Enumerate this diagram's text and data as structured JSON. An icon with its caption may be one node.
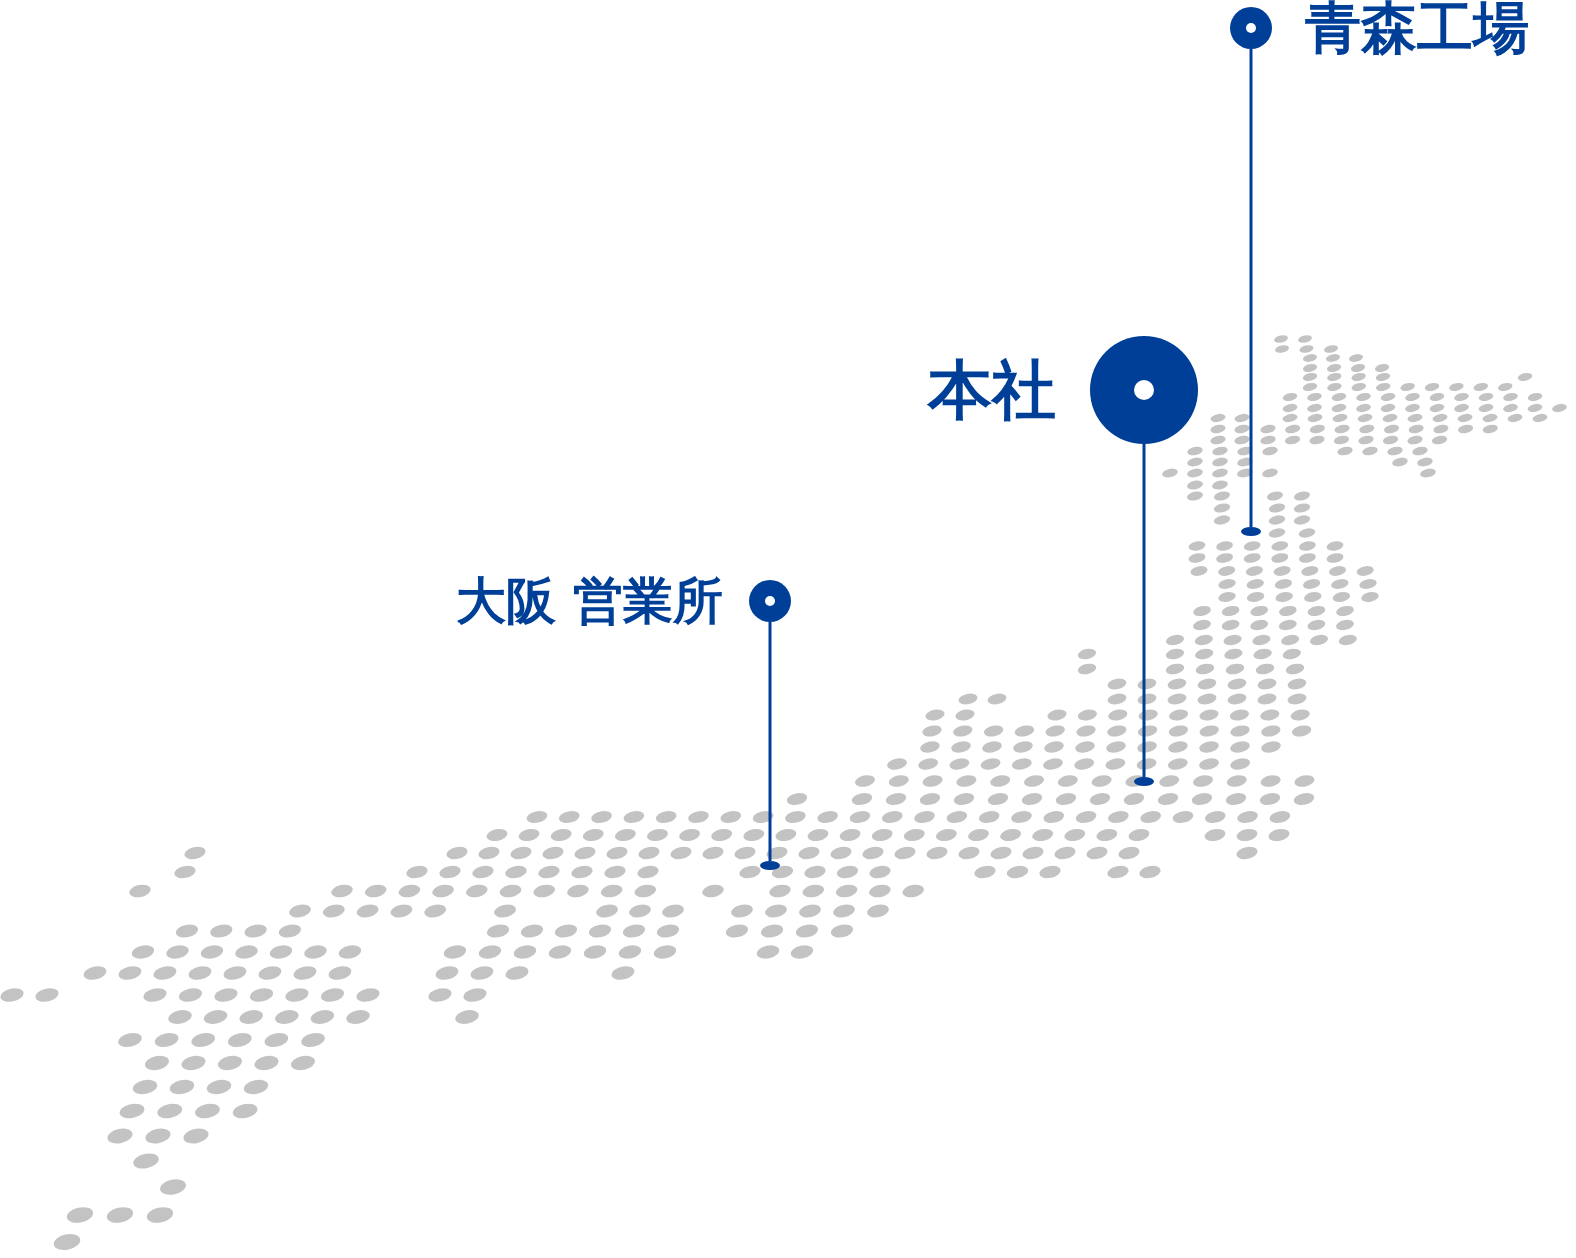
{
  "diagram": {
    "nodes": [
      {
        "text": [
          "青森工場"
        ]
      },
      {
        "text": [
          "本社"
        ]
      },
      {
        "text": [
          "大阪 営業所"
        ]
      },
      {
        "text": [],
        "shape": "circle"
      },
      {
        "text": [],
        "shape": "circle"
      },
      {
        "text": [],
        "shape": "circle"
      }
    ],
    "edges": [
      {
        "from": 0,
        "to": 3,
        "arrow": "none"
      },
      {
        "from": 1,
        "to": 4,
        "arrow": "none"
      },
      {
        "from": 2,
        "to": 5,
        "arrow": "none"
      }
    ]
  }
}
